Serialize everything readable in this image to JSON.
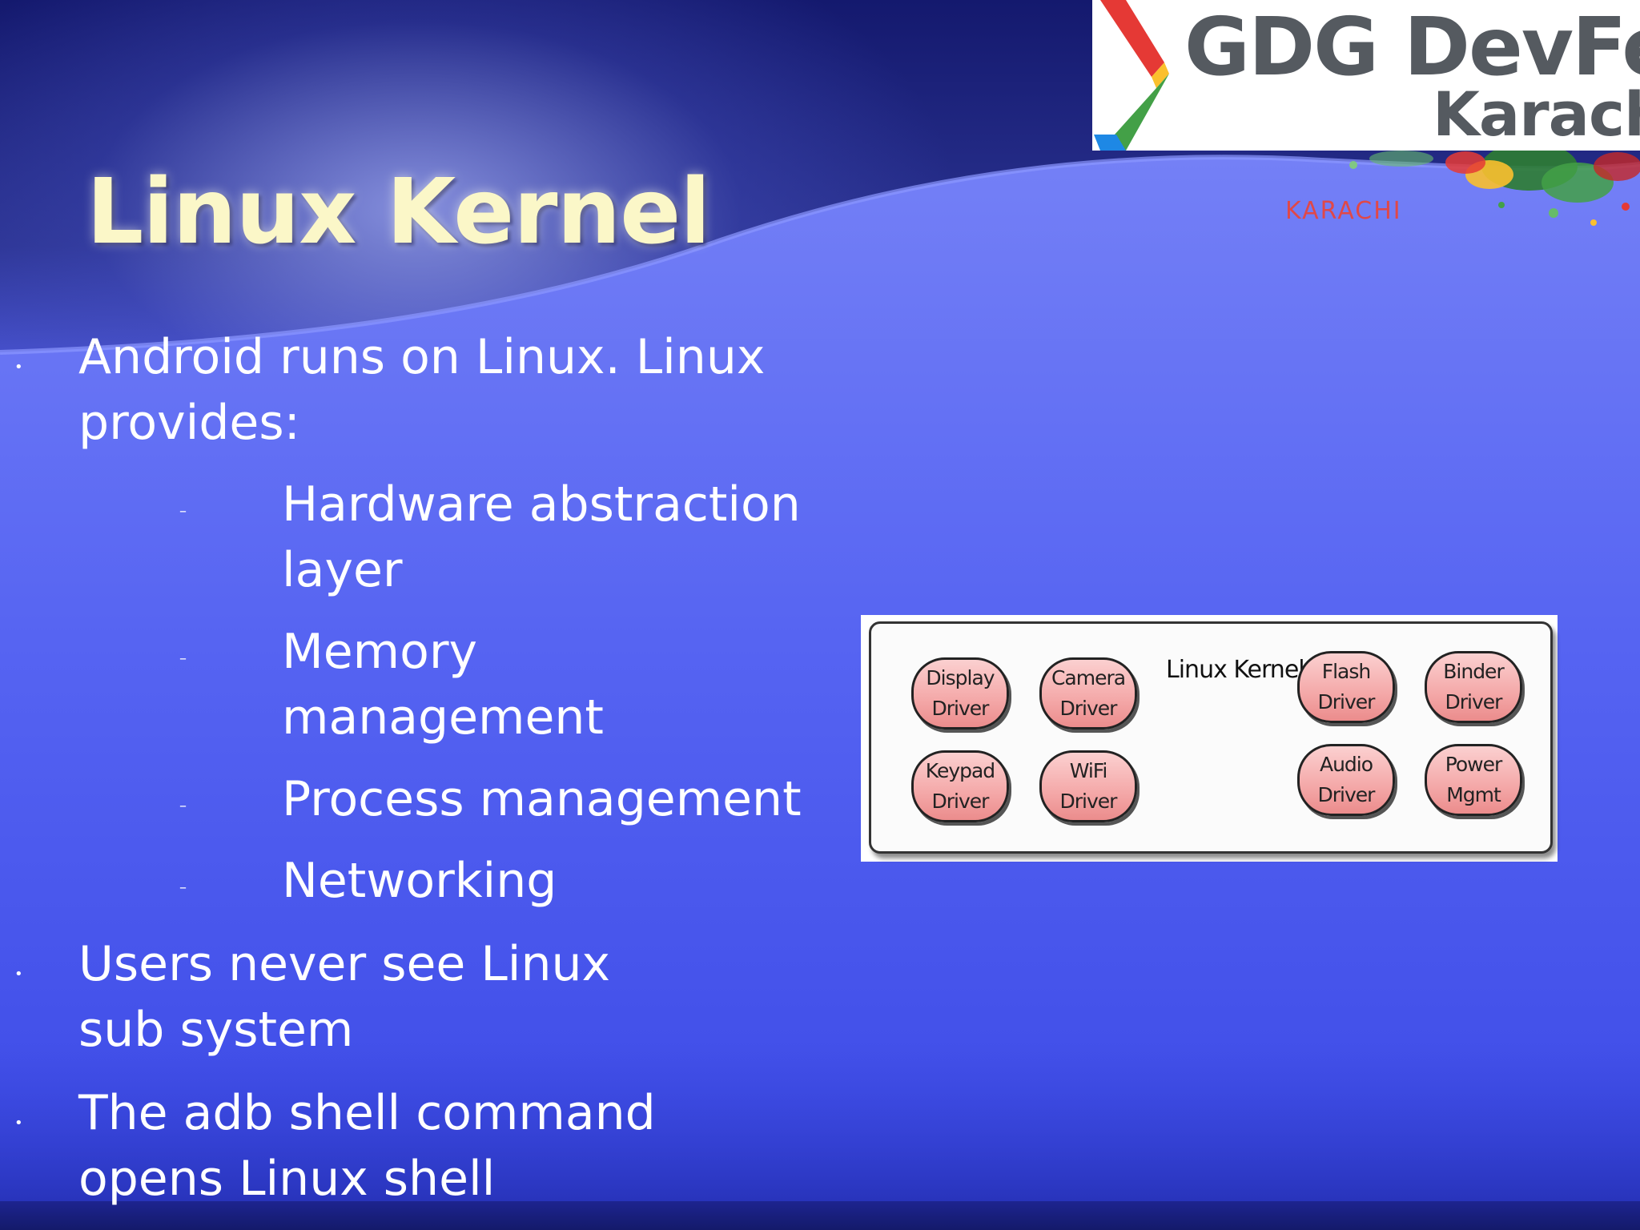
{
  "slide": {
    "title": "Linux Kernel",
    "logo": {
      "line1": "GDG DevFest",
      "line2": "Karachi",
      "splash_text": "KARACHI",
      "chevron_colors": [
        "#e53935",
        "#fbc02d",
        "#43a047",
        "#1e88e5"
      ]
    },
    "bullets": [
      {
        "text": "Android runs on Linux. Linux provides:"
      },
      {
        "text": "Users never see Linux sub system"
      },
      {
        "text": "The adb shell command opens Linux shell"
      }
    ],
    "sub_bullets": [
      {
        "text": " Hardware abstraction layer"
      },
      {
        "text": "Memory management"
      },
      {
        "text": "Process management"
      },
      {
        "text": "Networking"
      }
    ],
    "bullet_marker": "•",
    "sub_bullet_marker": "–",
    "diagram": {
      "title": "Linux Kernel",
      "drivers": [
        {
          "label": "Display\nDriver"
        },
        {
          "label": "Camera\nDriver"
        },
        {
          "label": "Flash\nDriver"
        },
        {
          "label": "Binder\nDriver"
        },
        {
          "label": "Keypad\nDriver"
        },
        {
          "label": "WiFi\nDriver"
        },
        {
          "label": "Audio\nDriver"
        },
        {
          "label": "Power\nMgmt"
        }
      ]
    },
    "colors": {
      "title": "#fbf7c8",
      "body_text": "#ffffff",
      "background": "#4553ee",
      "pill_fill": "#f4a8a8"
    }
  }
}
